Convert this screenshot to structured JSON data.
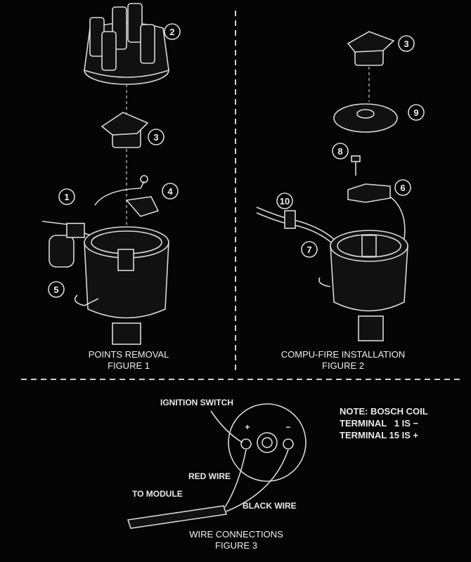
{
  "figure1": {
    "caption_title": "POINTS REMOVAL",
    "caption_figure": "FIGURE 1",
    "callouts": [
      "1",
      "2",
      "3",
      "4",
      "5"
    ]
  },
  "figure2": {
    "caption_title": "COMPU-FIRE INSTALLATION",
    "caption_figure": "FIGURE 2",
    "callouts": [
      "3",
      "9",
      "8",
      "6",
      "10",
      "7"
    ]
  },
  "figure3": {
    "caption_title": "WIRE CONNECTIONS",
    "caption_figure": "FIGURE 3",
    "ignition_switch": "IGNITION SWITCH",
    "plus": "+",
    "minus": "−",
    "red_wire": "RED WIRE",
    "to_module": "TO MODULE",
    "black_wire": "BLACK WIRE"
  },
  "note": {
    "line1": "NOTE: BOSCH COIL",
    "line2": "TERMINAL   1 IS −",
    "line3": "TERMINAL 15 IS +"
  }
}
